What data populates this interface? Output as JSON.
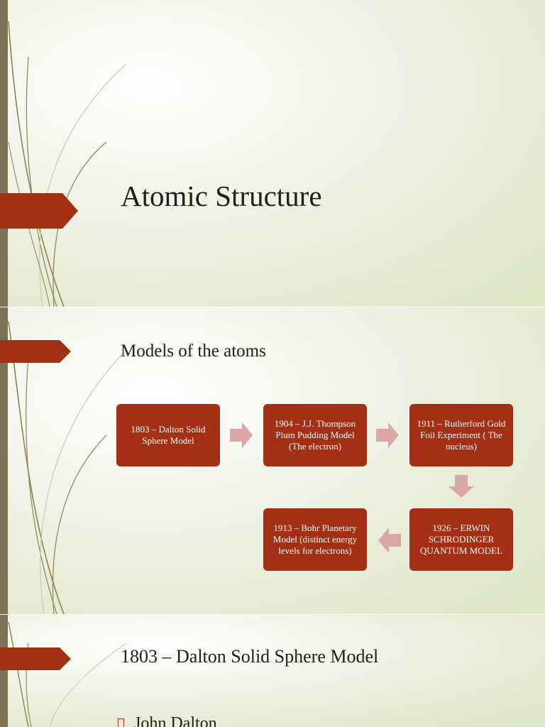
{
  "slides": [
    {
      "title": "Atomic Structure"
    },
    {
      "title": "Models of the atoms",
      "flow": [
        "1803 – Dalton Solid Sphere Model",
        "1904 – J.J. Thompson Plum Pudding Model (The electron)",
        "1911 – Rutherford Gold Foil Experiment ( The nucleus)",
        "1926 – ERWIN SCHRODINGER QUANTUM MODEL",
        "1913 – Bohr Planetary Model (distinct energy levels for electrons)"
      ]
    },
    {
      "title": "1803 – Dalton Solid Sphere Model",
      "bullets": [
        "John Dalton"
      ]
    }
  ],
  "colors": {
    "accent": "#a33015",
    "side_bar": "#7b7358",
    "arrow": "#d9a8a4",
    "swirl": "#8a8256"
  },
  "icons": {
    "bullet": "square-bullet-icon",
    "arrow": "block-arrow-icon",
    "tab": "pentagon-tab-icon"
  }
}
